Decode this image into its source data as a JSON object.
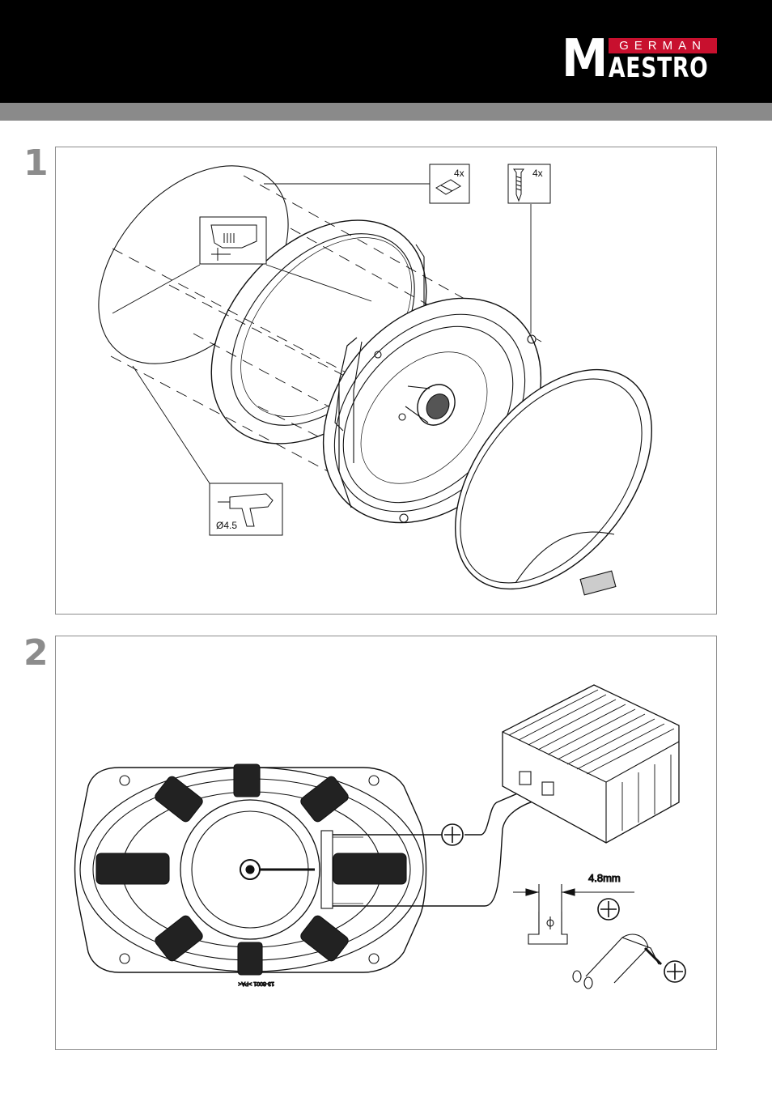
{
  "brand": {
    "logo_letter": "M",
    "logo_top": "GERMAN",
    "logo_bottom": "AESTRO",
    "accent_color": "#c8102e",
    "header_color": "#000000",
    "bar_color": "#8a8a8a"
  },
  "steps": [
    {
      "number": "1",
      "callouts": {
        "clip_qty": "4x",
        "screw_qty": "4x",
        "drill_size": "Ø4.5"
      },
      "icons": [
        "speed-clip-icon",
        "screw-icon",
        "jigsaw-icon",
        "drill-icon"
      ]
    },
    {
      "number": "2",
      "callouts": {
        "terminal_width": "4.8mm",
        "frame_marking": "13-8001 >PA<"
      },
      "icons": [
        "plus-polarity-icon",
        "amplifier-icon",
        "flat-terminal-icon",
        "cable-icon"
      ]
    }
  ]
}
